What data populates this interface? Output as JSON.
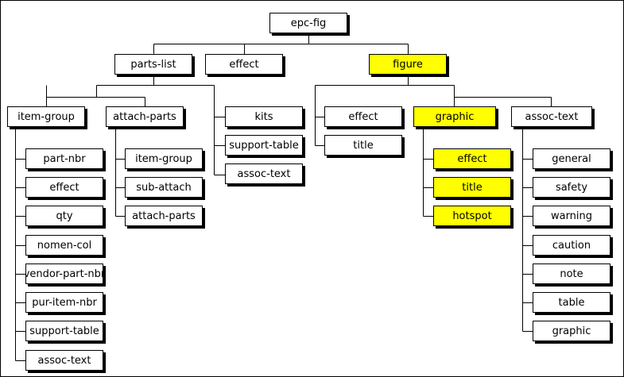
{
  "colors": {
    "highlight": "#ffff00",
    "node_fill": "#ffffff",
    "line": "#000000"
  },
  "nodes": {
    "epc_fig": {
      "label": "epc-fig",
      "highlight": false
    },
    "parts_list": {
      "label": "parts-list",
      "highlight": false
    },
    "effect_top": {
      "label": "effect",
      "highlight": false
    },
    "figure": {
      "label": "figure",
      "highlight": true
    },
    "item_group": {
      "label": "item-group",
      "highlight": false
    },
    "attach_parts": {
      "label": "attach-parts",
      "highlight": false
    },
    "kits": {
      "label": "kits",
      "highlight": false
    },
    "pl_support_table": {
      "label": "support-table",
      "highlight": false
    },
    "pl_assoc_text": {
      "label": "assoc-text",
      "highlight": false
    },
    "fig_effect": {
      "label": "effect",
      "highlight": false
    },
    "fig_title": {
      "label": "title",
      "highlight": false
    },
    "graphic": {
      "label": "graphic",
      "highlight": true
    },
    "assoc_text": {
      "label": "assoc-text",
      "highlight": false
    },
    "ig_part_nbr": {
      "label": "part-nbr",
      "highlight": false
    },
    "ig_effect": {
      "label": "effect",
      "highlight": false
    },
    "ig_qty": {
      "label": "qty",
      "highlight": false
    },
    "ig_nomen_col": {
      "label": "nomen-col",
      "highlight": false
    },
    "ig_vendor_part_nbr": {
      "label": "vendor-part-nbr",
      "highlight": false
    },
    "ig_pur_item_nbr": {
      "label": "pur-item-nbr",
      "highlight": false
    },
    "ig_support_table": {
      "label": "support-table",
      "highlight": false
    },
    "ig_assoc_text": {
      "label": "assoc-text",
      "highlight": false
    },
    "ap_item_group": {
      "label": "item-group",
      "highlight": false
    },
    "ap_sub_attach": {
      "label": "sub-attach",
      "highlight": false
    },
    "ap_attach_parts": {
      "label": "attach-parts",
      "highlight": false
    },
    "gr_effect": {
      "label": "effect",
      "highlight": true
    },
    "gr_title": {
      "label": "title",
      "highlight": true
    },
    "gr_hotspot": {
      "label": "hotspot",
      "highlight": true
    },
    "at_general": {
      "label": "general",
      "highlight": false
    },
    "at_safety": {
      "label": "safety",
      "highlight": false
    },
    "at_warning": {
      "label": "warning",
      "highlight": false
    },
    "at_caution": {
      "label": "caution",
      "highlight": false
    },
    "at_note": {
      "label": "note",
      "highlight": false
    },
    "at_table": {
      "label": "table",
      "highlight": false
    },
    "at_graphic": {
      "label": "graphic",
      "highlight": false
    }
  }
}
